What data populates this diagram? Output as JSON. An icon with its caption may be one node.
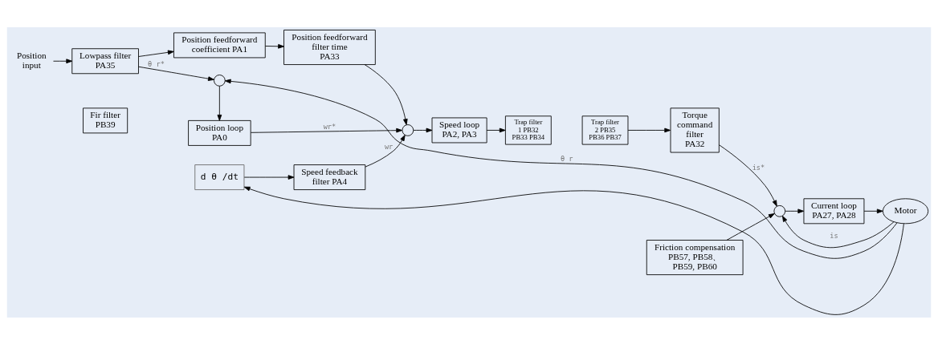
{
  "diagram": {
    "nodes": [
      {
        "text": [
          "Position input"
        ]
      },
      {
        "text": [
          "Lowpass filter PA35"
        ]
      },
      {
        "text": [
          "Fir filter PB39"
        ]
      },
      {
        "text": [
          "Position feedforward coefficient PA1"
        ]
      },
      {
        "text": [
          "Position feedforward filter time PA33"
        ]
      },
      {
        "text": [],
        "shape": "circle"
      },
      {
        "text": [
          "Position loop PA0"
        ]
      },
      {
        "text": [],
        "shape": "circle"
      },
      {
        "text": [
          "Speed loop PA2, PA3"
        ]
      },
      {
        "text": [
          "Speed feedback filter PA4"
        ]
      },
      {
        "text": [
          "d θ /dt"
        ]
      },
      {
        "text": [
          "Trap filter 1 PB32 PB33 PB34"
        ]
      },
      {
        "text": [
          "Trap filter 2 PB35 PB36 PB37"
        ]
      },
      {
        "text": [
          "Torque command filter PA32"
        ]
      },
      {
        "text": [
          "Friction compensation PB57, PB58、 PB59, PB60"
        ]
      },
      {
        "text": [],
        "shape": "circle"
      },
      {
        "text": [
          "Current loop PA27, PA28"
        ]
      },
      {
        "text": [
          "Motor"
        ]
      }
    ],
    "edges": [
      {
        "from": 0,
        "to": 1,
        "arrow": "to"
      },
      {
        "from": 1,
        "to": 3,
        "arrow": "to"
      },
      {
        "from": 1,
        "to": 5,
        "arrow": "to",
        "label": "θ r*"
      },
      {
        "from": 5,
        "to": 6,
        "arrow": "to"
      },
      {
        "from": 3,
        "to": 4,
        "arrow": "to"
      },
      {
        "from": 4,
        "to": 7,
        "arrow": "to"
      },
      {
        "from": 6,
        "to": 7,
        "arrow": "to",
        "label": "wr*"
      },
      {
        "from": 9,
        "to": 7,
        "arrow": "to",
        "label": "wr"
      },
      {
        "from": 7,
        "to": 8,
        "arrow": "to"
      },
      {
        "from": 8,
        "to": 11,
        "arrow": "to"
      },
      {
        "from": 12,
        "to": 13,
        "arrow": "to"
      },
      {
        "from": 13,
        "to": 15,
        "arrow": "to",
        "label": "is*"
      },
      {
        "from": 14,
        "to": 15,
        "arrow": "to"
      },
      {
        "from": 15,
        "to": 16,
        "arrow": "to"
      },
      {
        "from": 16,
        "to": 17,
        "arrow": "to"
      },
      {
        "from": 17,
        "to": 15,
        "arrow": "to",
        "label": "is"
      },
      {
        "from": 17,
        "to": 5,
        "arrow": "to",
        "label": "θ r"
      },
      {
        "from": 17,
        "to": 10,
        "arrow": "to"
      },
      {
        "from": 10,
        "to": 9,
        "arrow": "to"
      }
    ]
  }
}
